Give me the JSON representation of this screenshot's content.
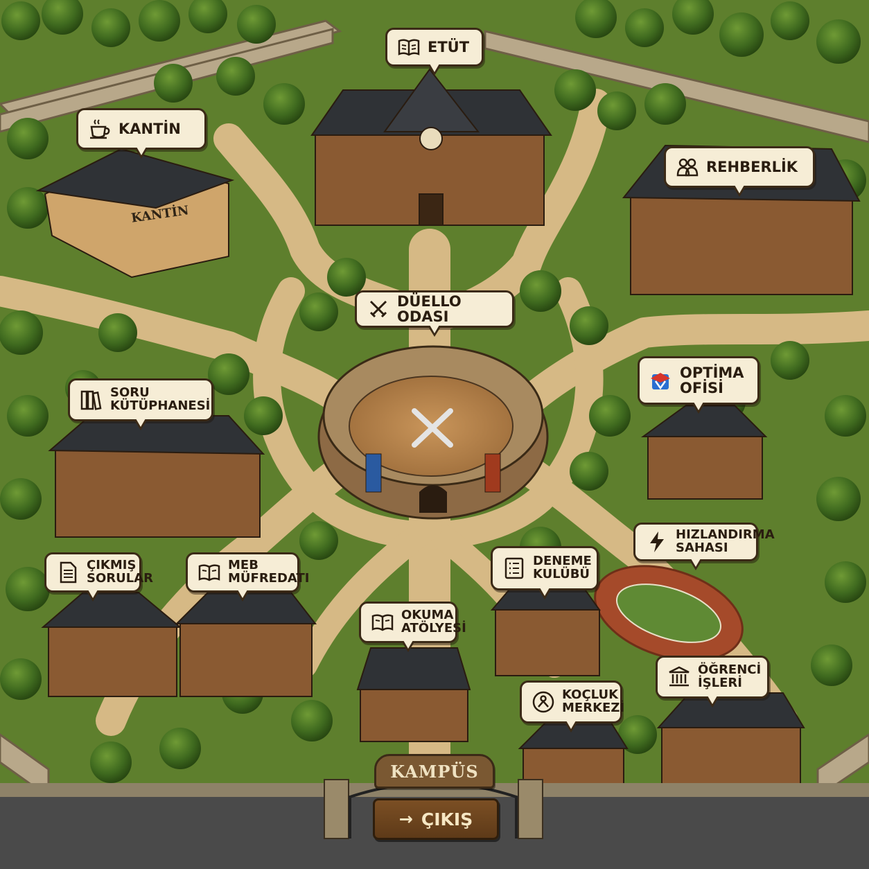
{
  "map": {
    "title": "KAMPÜS",
    "exit_label": "ÇIKIŞ",
    "exit_arrow": "→",
    "kantin_building_sign": "KANTİN"
  },
  "locations": [
    {
      "id": "etut",
      "lines": [
        "ETÜT"
      ],
      "icon": "open-book-icon"
    },
    {
      "id": "kantin",
      "lines": [
        "KANTİN"
      ],
      "icon": "coffee-cup-icon"
    },
    {
      "id": "rehberlik",
      "lines": [
        "REHBERLİK"
      ],
      "icon": "people-icon"
    },
    {
      "id": "duello",
      "lines": [
        "DÜELLO ODASI"
      ],
      "icon": "crossed-swords-icon"
    },
    {
      "id": "soru",
      "lines": [
        "SORU",
        "KÜTÜPHANESİ"
      ],
      "icon": "books-icon"
    },
    {
      "id": "optima",
      "lines": [
        "OPTİMA",
        "OFİSİ"
      ],
      "icon": "optima-logo-icon"
    },
    {
      "id": "cikmis",
      "lines": [
        "ÇIKMIŞ",
        "SORULAR"
      ],
      "icon": "document-icon"
    },
    {
      "id": "meb",
      "lines": [
        "MEB",
        "MÜFREDATI"
      ],
      "icon": "open-book-icon"
    },
    {
      "id": "deneme",
      "lines": [
        "DENEME",
        "KULÜBÜ"
      ],
      "icon": "checklist-icon"
    },
    {
      "id": "hizlandirma",
      "lines": [
        "HIZLANDIRMA",
        "SAHASI"
      ],
      "icon": "lightning-icon"
    },
    {
      "id": "okuma",
      "lines": [
        "OKUMA",
        "ATÖLYESİ"
      ],
      "icon": "open-book-icon"
    },
    {
      "id": "ogrenci",
      "lines": [
        "ÖĞRENCİ",
        "İŞLERİ"
      ],
      "icon": "institution-icon"
    },
    {
      "id": "kocluk",
      "lines": [
        "KOÇLUK",
        "MERKEZİ"
      ],
      "icon": "coach-icon"
    }
  ],
  "colors": {
    "grass": "#5a7a2a",
    "path": "#d6b985",
    "roof": "#2f3236",
    "brick": "#8a5a32",
    "bubble": "#f6edd6",
    "outline": "#3b2a17",
    "optima_red": "#d8352a",
    "optima_blue": "#2a6fd1"
  }
}
